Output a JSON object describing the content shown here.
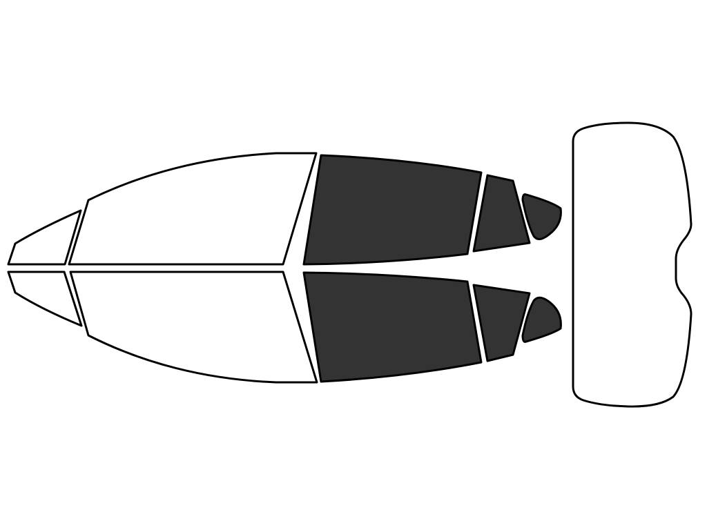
{
  "diagram": {
    "colors": {
      "tinted": "#333333",
      "clear": "#ffffff",
      "outline": "#000000"
    },
    "panes": [
      {
        "id": "front-vent-left",
        "tinted": false
      },
      {
        "id": "front-vent-right",
        "tinted": false
      },
      {
        "id": "front-door-left",
        "tinted": false
      },
      {
        "id": "front-door-right",
        "tinted": false
      },
      {
        "id": "rear-door-left",
        "tinted": true
      },
      {
        "id": "rear-door-right",
        "tinted": true
      },
      {
        "id": "rear-quarter-left",
        "tinted": true
      },
      {
        "id": "rear-quarter-right",
        "tinted": true
      },
      {
        "id": "rear-corner-left",
        "tinted": true
      },
      {
        "id": "rear-corner-right",
        "tinted": true
      },
      {
        "id": "rear-windshield",
        "tinted": false
      }
    ]
  }
}
